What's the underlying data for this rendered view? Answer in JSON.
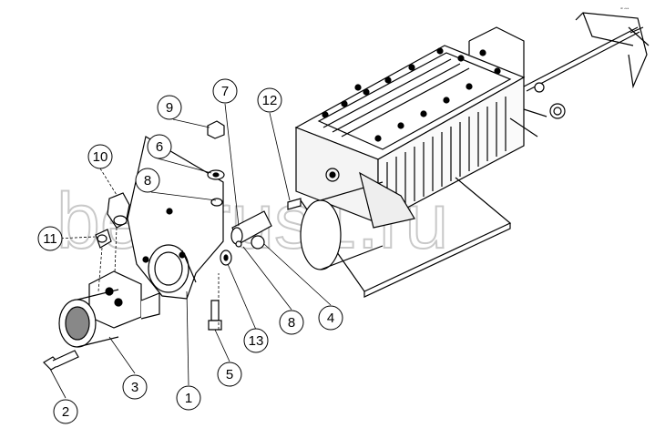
{
  "corner_mark": "ᵒʰ ⁴⁴⁴",
  "watermark": "belarus1.ru",
  "callouts": [
    {
      "id": "1",
      "label": "1"
    },
    {
      "id": "2",
      "label": "2"
    },
    {
      "id": "3",
      "label": "3"
    },
    {
      "id": "4",
      "label": "4"
    },
    {
      "id": "5",
      "label": "5"
    },
    {
      "id": "6",
      "label": "6"
    },
    {
      "id": "7",
      "label": "7"
    },
    {
      "id": "8a",
      "label": "8"
    },
    {
      "id": "8b",
      "label": "8"
    },
    {
      "id": "9",
      "label": "9"
    },
    {
      "id": "10",
      "label": "10"
    },
    {
      "id": "11",
      "label": "11"
    },
    {
      "id": "12",
      "label": "12"
    },
    {
      "id": "13",
      "label": "13"
    }
  ]
}
